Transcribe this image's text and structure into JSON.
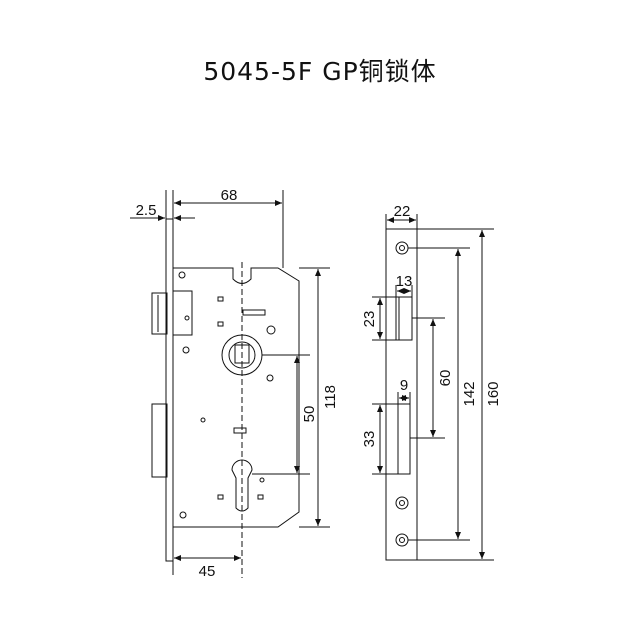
{
  "title": "5045-5F GP铜锁体",
  "front_view": {
    "width_dim": "68",
    "plate_dim": "2.5",
    "height_dim": "118",
    "spindle_to_cylinder_dim": "50",
    "backset_dim": "45"
  },
  "side_view": {
    "faceplate_width_dim": "22",
    "latch_width_dim": "13",
    "latch_height_dim": "23",
    "bolt_width_dim": "9",
    "bolt_height_dim": "33",
    "latch_to_bolt_dim": "60",
    "screw_spacing_dim": "142",
    "faceplate_height_dim": "160"
  }
}
